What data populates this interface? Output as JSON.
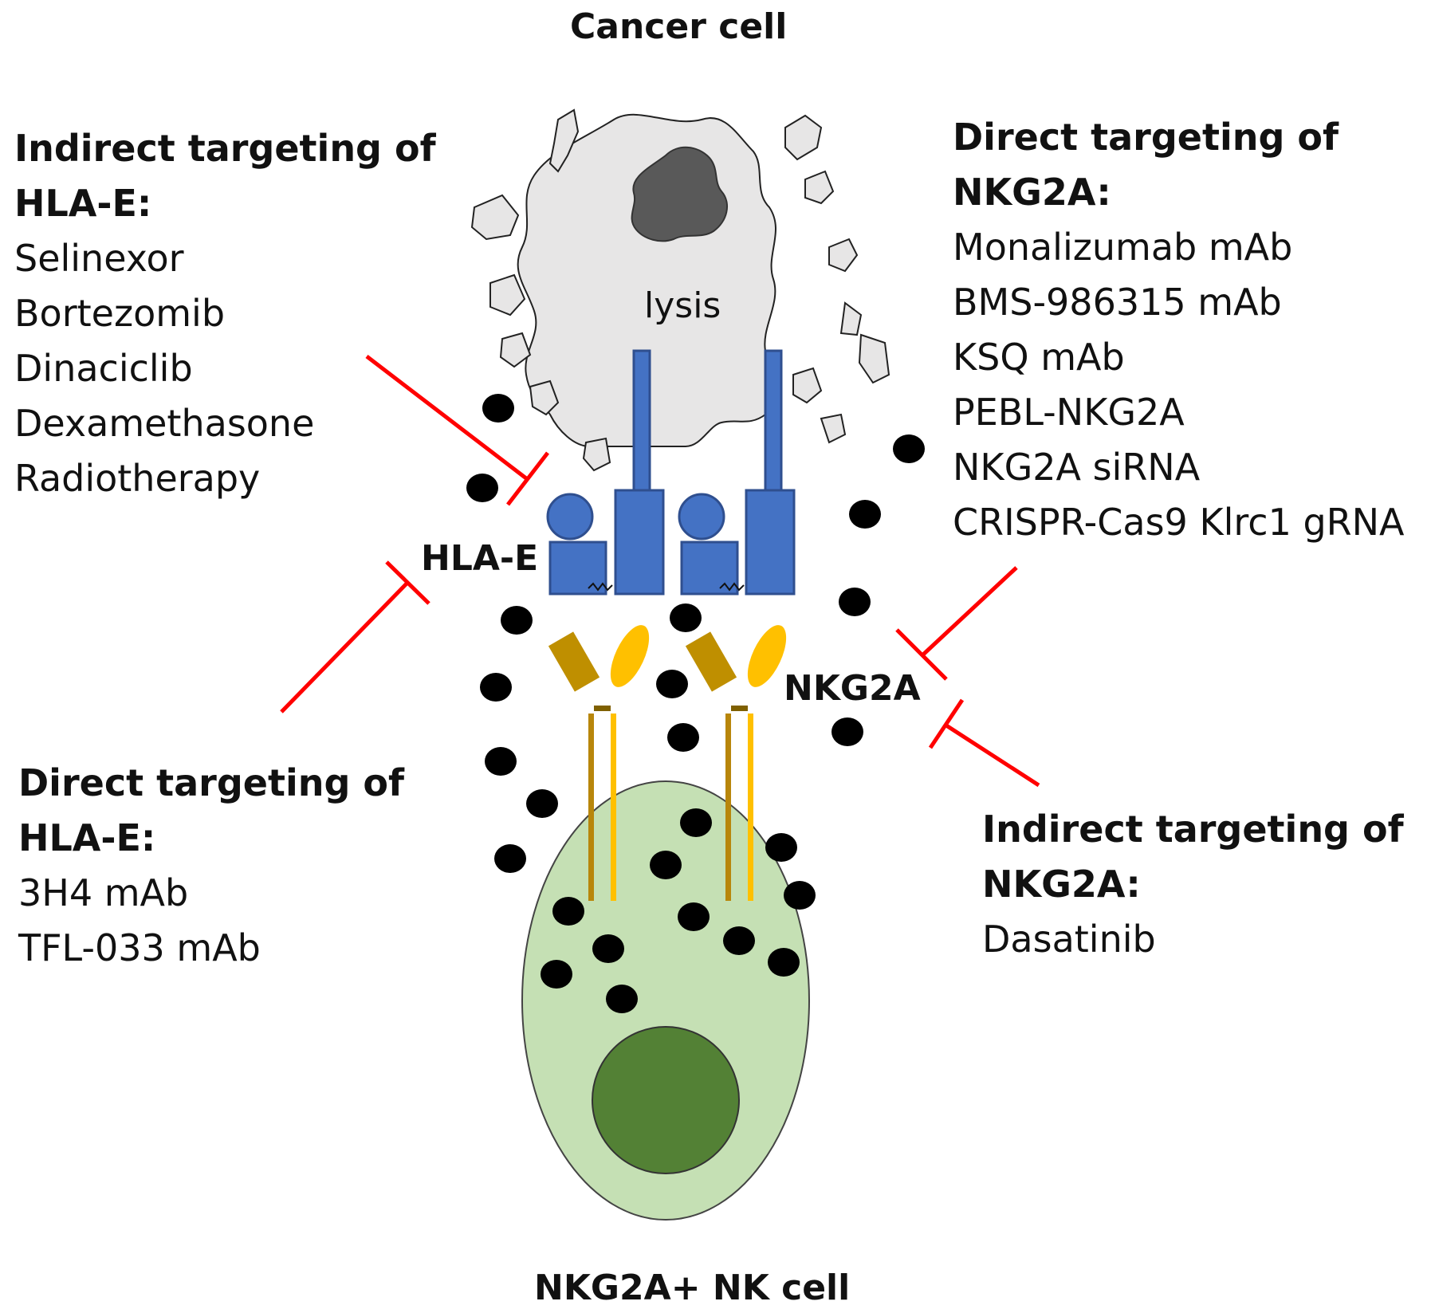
{
  "titles": {
    "cancer_cell": "Cancer cell",
    "nk_cell": "NKG2A+ NK cell"
  },
  "labels": {
    "lysis": "lysis",
    "hla_e": "HLA-E",
    "nkg2a": "NKG2A"
  },
  "panels": {
    "indirect_hla_e": {
      "heading": [
        "Indirect targeting of",
        "HLA-E:"
      ],
      "items": [
        "Selinexor",
        "Bortezomib",
        "Dinaciclib",
        "Dexamethasone",
        "Radiotherapy"
      ]
    },
    "direct_hla_e": {
      "heading": [
        "Direct targeting of",
        "HLA-E:"
      ],
      "items": [
        "3H4 mAb",
        "TFL-033 mAb"
      ]
    },
    "direct_nkg2a": {
      "heading": [
        "Direct targeting of",
        "NKG2A:"
      ],
      "items": [
        "Monalizumab mAb",
        "BMS-986315 mAb",
        "KSQ mAb",
        "PEBL-NKG2A",
        "NKG2A siRNA",
        "CRISPR-Cas9 Klrc1 gRNA"
      ]
    },
    "indirect_nkg2a": {
      "heading": [
        "Indirect targeting of",
        "NKG2A:"
      ],
      "items": [
        "Dasatinib"
      ]
    }
  },
  "colors": {
    "inhibition": "#ff0000",
    "hla_e": "#4472c4",
    "hla_e_outline": "#2f4f8f",
    "nkg2a": "#ffc000",
    "cd94": "#b8860b",
    "nk_cell": "#c5e0b4",
    "nk_nucleus": "#538135",
    "cancer_cell": "#e7e6e6",
    "cancer_nucleus": "#595959",
    "granule": "#000000"
  }
}
